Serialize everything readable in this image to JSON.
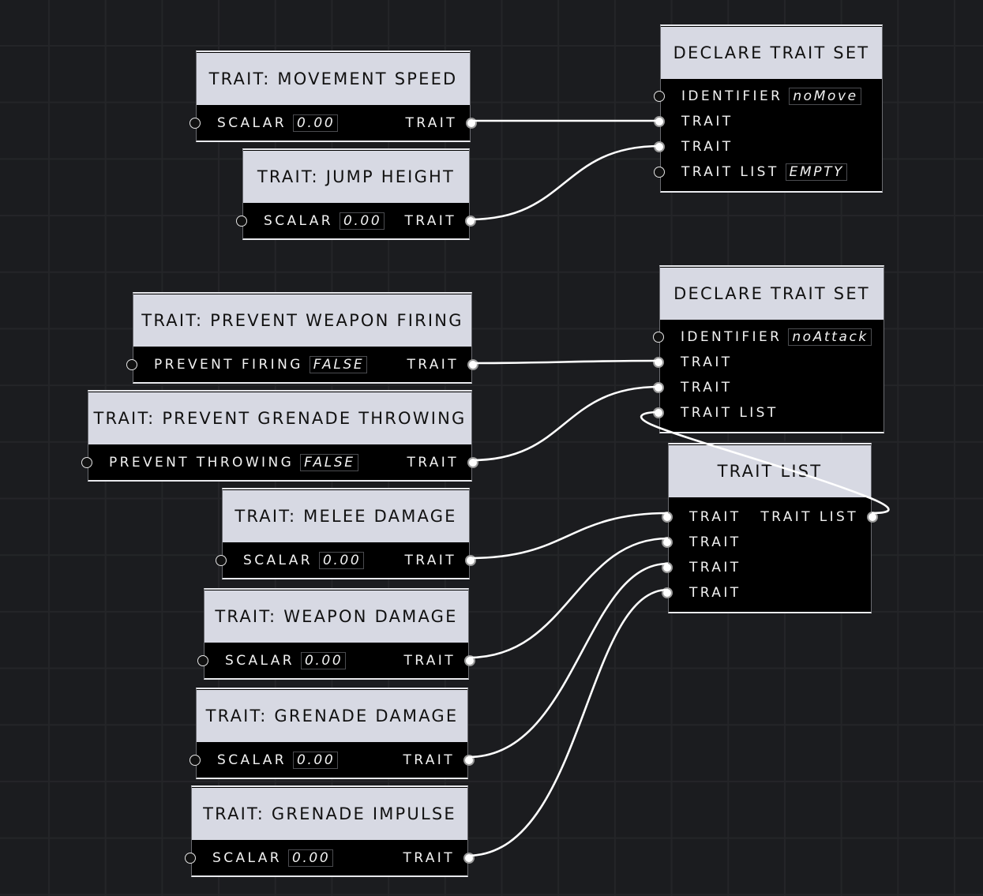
{
  "colors": {
    "canvas_bg": "#1b1c1f",
    "grid_line": "#242528",
    "node_header_bg": "#d7d9e3",
    "node_body_bg": "#000000",
    "wire": "#ffffff"
  },
  "nodes": {
    "movement_speed": {
      "title": "TRAIT: MOVEMENT SPEED",
      "input_label": "SCALAR",
      "input_value": "0.00",
      "output_label": "TRAIT"
    },
    "jump_height": {
      "title": "TRAIT: JUMP HEIGHT",
      "input_label": "SCALAR",
      "input_value": "0.00",
      "output_label": "TRAIT"
    },
    "prevent_weapon_firing": {
      "title": "TRAIT: PREVENT WEAPON FIRING",
      "input_label": "PREVENT FIRING",
      "input_value": "FALSE",
      "output_label": "TRAIT"
    },
    "prevent_grenade_throwing": {
      "title": "TRAIT: PREVENT GRENADE THROWING",
      "input_label": "PREVENT THROWING",
      "input_value": "FALSE",
      "output_label": "TRAIT"
    },
    "melee_damage": {
      "title": "TRAIT: MELEE DAMAGE",
      "input_label": "SCALAR",
      "input_value": "0.00",
      "output_label": "TRAIT"
    },
    "weapon_damage": {
      "title": "TRAIT: WEAPON DAMAGE",
      "input_label": "SCALAR",
      "input_value": "0.00",
      "output_label": "TRAIT"
    },
    "grenade_damage": {
      "title": "TRAIT: GRENADE DAMAGE",
      "input_label": "SCALAR",
      "input_value": "0.00",
      "output_label": "TRAIT"
    },
    "grenade_impulse": {
      "title": "TRAIT: GRENADE IMPULSE",
      "input_label": "SCALAR",
      "input_value": "0.00",
      "output_label": "TRAIT"
    },
    "declare_no_move": {
      "title": "DECLARE TRAIT SET",
      "identifier_label": "IDENTIFIER",
      "identifier_value": "noMove",
      "trait1_label": "TRAIT",
      "trait2_label": "TRAIT",
      "trait_list_label": "TRAIT LIST",
      "trait_list_value": "EMPTY"
    },
    "declare_no_attack": {
      "title": "DECLARE TRAIT SET",
      "identifier_label": "IDENTIFIER",
      "identifier_value": "noAttack",
      "trait1_label": "TRAIT",
      "trait2_label": "TRAIT",
      "trait_list_label": "TRAIT LIST"
    },
    "trait_list": {
      "title": "TRAIT LIST",
      "inputs": [
        "TRAIT",
        "TRAIT",
        "TRAIT",
        "TRAIT"
      ],
      "output_label": "TRAIT LIST"
    }
  },
  "connections": [
    {
      "from": "movement_speed.trait",
      "to": "declare_no_move.trait1"
    },
    {
      "from": "jump_height.trait",
      "to": "declare_no_move.trait2"
    },
    {
      "from": "prevent_weapon_firing.trait",
      "to": "declare_no_attack.trait1"
    },
    {
      "from": "prevent_grenade_throwing.trait",
      "to": "declare_no_attack.trait2"
    },
    {
      "from": "trait_list.trait_list",
      "to": "declare_no_attack.trait_list"
    },
    {
      "from": "melee_damage.trait",
      "to": "trait_list.trait1"
    },
    {
      "from": "weapon_damage.trait",
      "to": "trait_list.trait2"
    },
    {
      "from": "grenade_damage.trait",
      "to": "trait_list.trait3"
    },
    {
      "from": "grenade_impulse.trait",
      "to": "trait_list.trait4"
    }
  ]
}
